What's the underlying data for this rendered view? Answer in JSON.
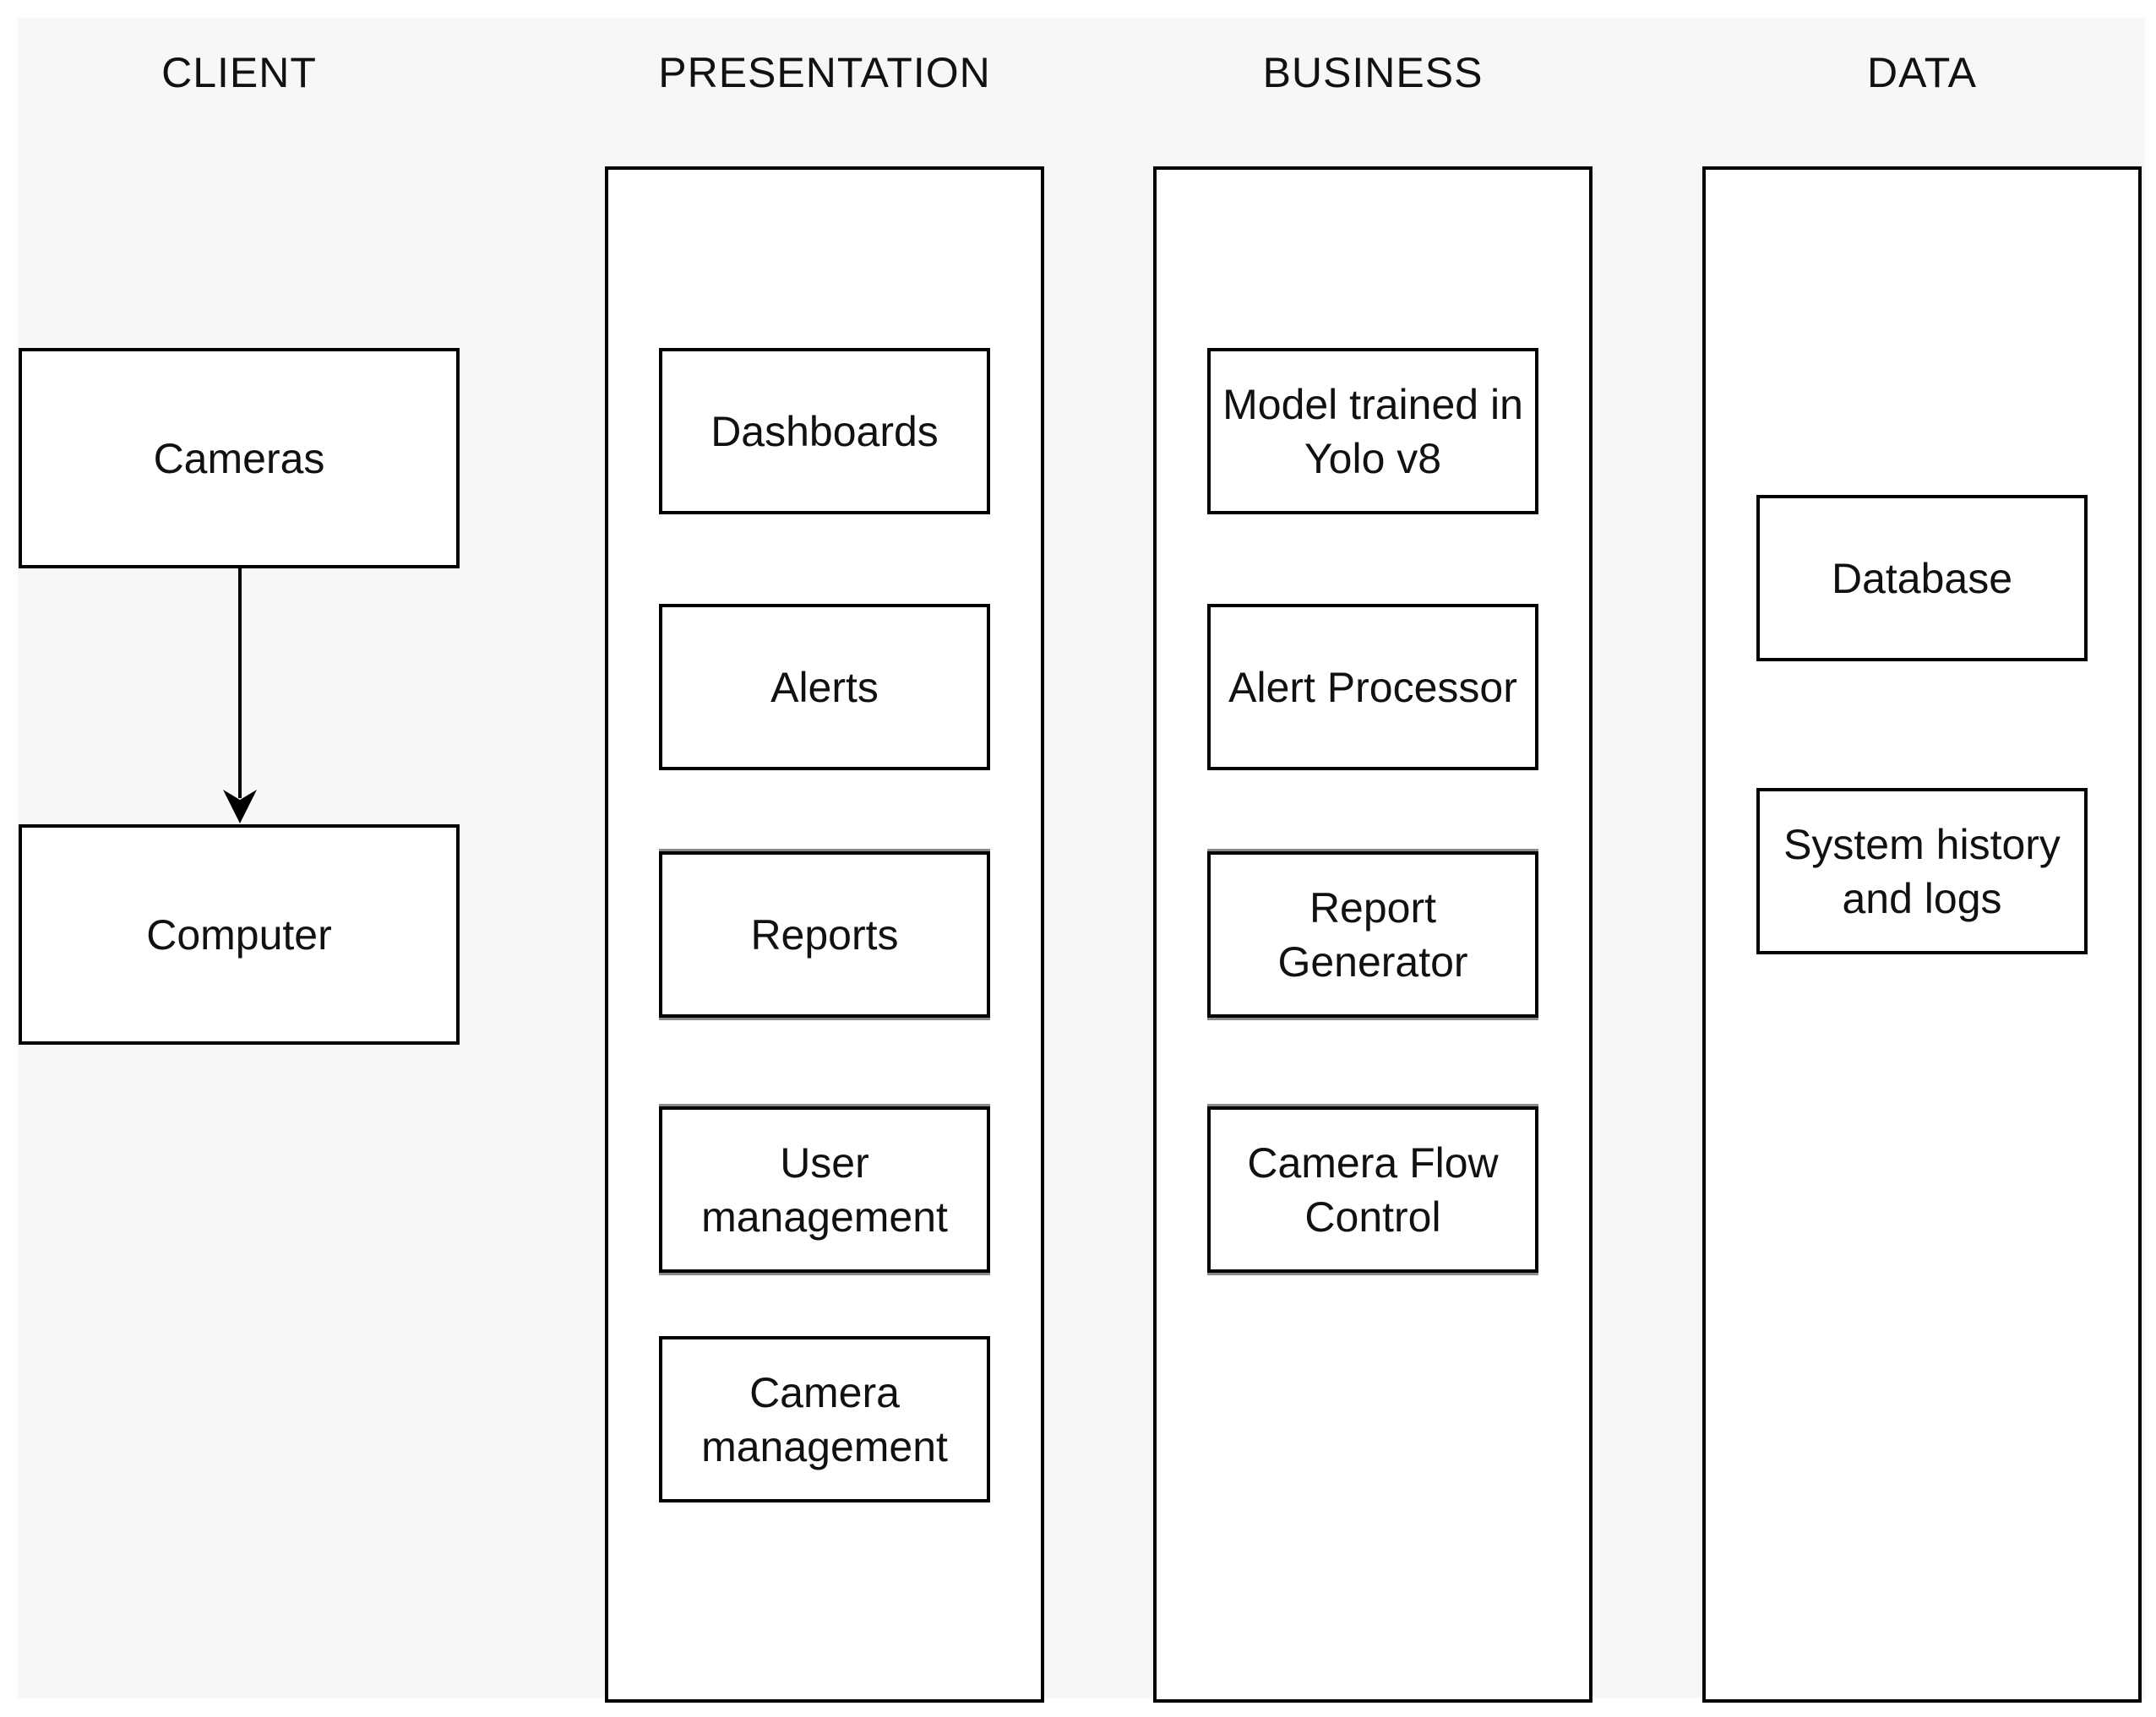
{
  "headings": {
    "client": "CLIENT",
    "presentation": "PRESENTATION",
    "business": "BUSINESS",
    "data": "DATA"
  },
  "client": {
    "cameras": "Cameras",
    "computer": "Computer"
  },
  "presentation": {
    "items": [
      "Dashboards",
      "Alerts",
      "Reports",
      "User management",
      "Camera management"
    ]
  },
  "business": {
    "items": [
      "Model trained in Yolo v8",
      "Alert Processor",
      "Report Generator",
      "Camera Flow Control"
    ]
  },
  "data": {
    "items": [
      "Database",
      "System history and logs"
    ]
  },
  "colors": {
    "background": "#f7f7f7",
    "stroke": "#000000",
    "box_fill": "#ffffff"
  }
}
